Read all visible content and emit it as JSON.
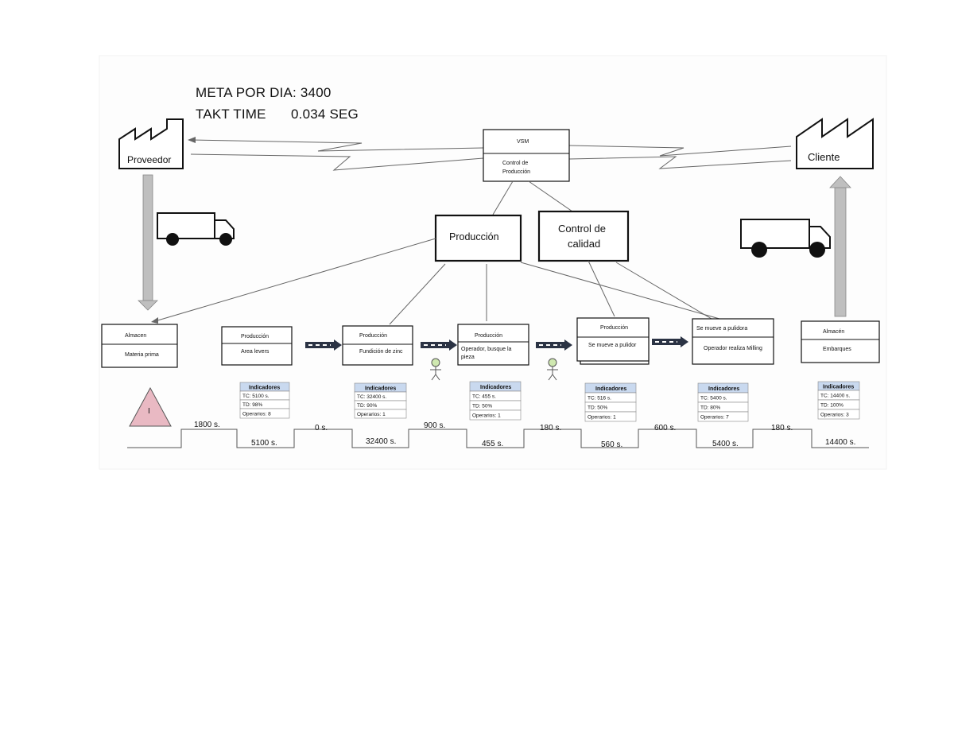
{
  "header": {
    "meta_line": "META POR DIA: 3400",
    "takt_label": "TAKT TIME",
    "takt_value": "0.034 SEG"
  },
  "supplier": {
    "label": "Proveedor"
  },
  "customer": {
    "label": "Cliente"
  },
  "vsm_box": {
    "title": "VSM",
    "subtitle_1": "Control de",
    "subtitle_2": "Producción"
  },
  "produccion_box": {
    "label": "Producción"
  },
  "calidad_box": {
    "label_1": "Control de",
    "label_2": "calidad"
  },
  "inventory": {
    "label": "I"
  },
  "processes": [
    {
      "title": "Almacen",
      "sub": "Materia prima"
    },
    {
      "title": "Producción",
      "sub": "Area levers"
    },
    {
      "title": "Producción",
      "sub": "Fundición de zinc"
    },
    {
      "title": "Producción",
      "sub_1": "Operador, busque la",
      "sub_2": "pieza"
    },
    {
      "title": "Producción",
      "sub": "Se mueve a pulidor"
    },
    {
      "title": "Se mueve a pulidora",
      "sub": "Operador realiza Milling"
    },
    {
      "title": "Almacén",
      "sub": "Embarques"
    }
  ],
  "indicators": [
    {
      "header": "Indicadores",
      "rows": [
        "TC: 5100 s.",
        "TD: 98%",
        "Operarios: 8"
      ]
    },
    {
      "header": "Indicadores",
      "rows": [
        "TC: 32400 s.",
        "TD: 90%",
        "Operarios: 1"
      ]
    },
    {
      "header": "Indicadores",
      "rows": [
        "TC: 455 s.",
        "TD: 50%",
        "Operarios: 1"
      ]
    },
    {
      "header": "Indicadores",
      "rows": [
        "TC: 516 s.",
        "TD: 50%",
        "Operarios: 1"
      ]
    },
    {
      "header": "Indicadores",
      "rows": [
        "TC: 5400 s.",
        "TD: 80%",
        "Operarios: 7"
      ]
    },
    {
      "header": "Indicadores",
      "rows": [
        "TC: 14400 s.",
        "TD: 100%",
        "Operarios: 3"
      ]
    }
  ],
  "timeline": {
    "wait_times": [
      "1800 s.",
      "0 s.",
      "900 s.",
      "180 s.",
      "600 s.",
      "180 s."
    ],
    "process_times": [
      "5100 s.",
      "32400 s.",
      "455 s.",
      "560 s.",
      "5400 s.",
      "14400 s."
    ]
  },
  "colors": {
    "inventory_fill": "#e9b9c3",
    "indicator_header": "#c9d9ef",
    "arrow_gray": "#bfbfbf",
    "line_gray": "#666666"
  }
}
